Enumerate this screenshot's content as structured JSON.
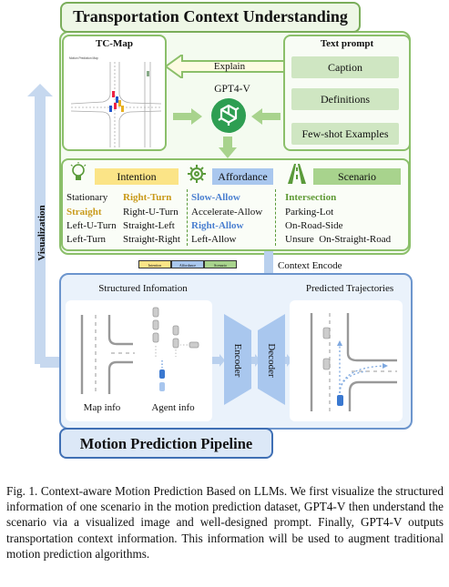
{
  "tc_title": "Transportation Context Understanding",
  "tc_map": {
    "title": "TC-Map",
    "mini_label": "Motion Prediction Map"
  },
  "explain_label": "Explain",
  "gpt_label": "GPT4-V",
  "text_prompt": {
    "title": "Text prompt",
    "items": [
      "Caption",
      "Definitions",
      "Few-shot Examples"
    ]
  },
  "categories": {
    "intention": {
      "label": "Intention",
      "col1": [
        "Stationary",
        "Straight",
        "Left-U-Turn",
        "Left-Turn"
      ],
      "col2": [
        "Right-Turn",
        "Right-U-Turn",
        "Straight-Left",
        "Straight-Right"
      ]
    },
    "affordance": {
      "label": "Affordance",
      "items": [
        "Slow-Allow",
        "Accelerate-Allow",
        "Right-Allow",
        "Left-Allow"
      ]
    },
    "scenario": {
      "label": "Scenario",
      "items": [
        "Intersection",
        "Parking-Lot",
        "On-Road-Side",
        "Unsure  On-Straight-Road"
      ]
    }
  },
  "mini_legend": [
    "Intention",
    "Affordance",
    "Scenario"
  ],
  "context_encode": "Context Encode",
  "visualization_label": "Visualization",
  "pipeline": {
    "title": "Motion Prediction Pipeline",
    "structured_title": "Structured Infomation",
    "predicted_title": "Predicted Trajectories",
    "map_info": "Map info",
    "agent_info": "Agent info",
    "encoder": "Encoder",
    "decoder": "Decoder"
  },
  "caption": "Fig. 1.    Context-aware Motion Prediction Based on LLMs. We first visualize the structured information of one scenario in the motion prediction dataset, GPT4-V then understand the scenario via a visualized image and well-designed prompt. Finally, GPT4-V outputs transportation context information. This information will be used to augment traditional motion prediction algorithms.",
  "colors": {
    "green_frame": "#8bbf6a",
    "blue_frame": "#6c95cd",
    "intention_bar": "#fbe487",
    "affordance_bar": "#a9c7ee",
    "scenario_bar": "#a8d38d",
    "highlight_orange": "#c99a1b",
    "highlight_blue": "#4a7fd0",
    "highlight_green": "#5f9a35"
  },
  "icons": [
    "lightbulb-icon",
    "gear-icon",
    "road-icon",
    "openai-logo-icon"
  ]
}
